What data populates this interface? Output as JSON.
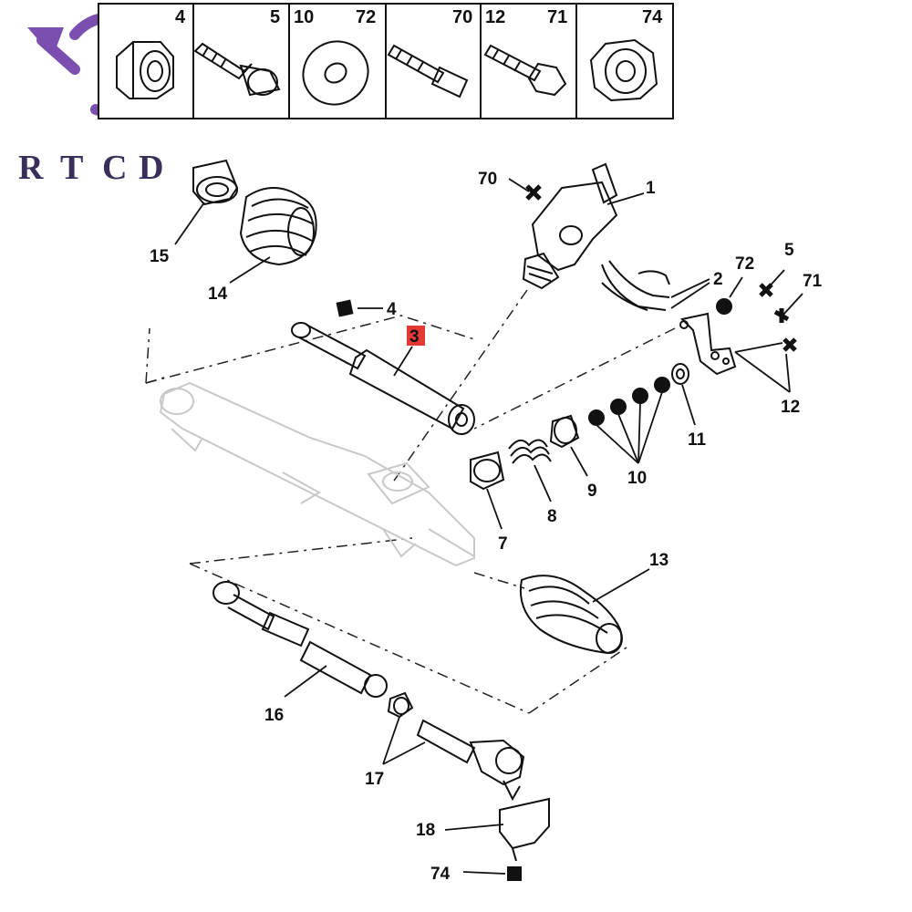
{
  "brand": {
    "letters": [
      "R",
      "T",
      "C",
      "D"
    ],
    "accent": "#7a4fb0"
  },
  "hardware_header": {
    "cells": [
      {
        "labels": [
          "4"
        ]
      },
      {
        "labels": [
          "5"
        ]
      },
      {
        "labels": [
          "10",
          "72"
        ]
      },
      {
        "labels": [
          "70"
        ]
      },
      {
        "labels": [
          "12",
          "71"
        ]
      },
      {
        "labels": [
          "74"
        ]
      }
    ]
  },
  "callouts": {
    "c1": "1",
    "c2": "2",
    "c3": "3",
    "c4": "4",
    "c5": "5",
    "c7": "7",
    "c8": "8",
    "c9": "9",
    "c10": "10",
    "c11": "11",
    "c12": "12",
    "c13": "13",
    "c14": "14",
    "c15": "15",
    "c16": "16",
    "c17": "17",
    "c18": "18",
    "c70": "70",
    "c71": "71",
    "c72": "72",
    "c74": "74"
  },
  "colors": {
    "highlight": "#e53935",
    "ink": "#111111",
    "ghost": "#c8c8c8"
  }
}
